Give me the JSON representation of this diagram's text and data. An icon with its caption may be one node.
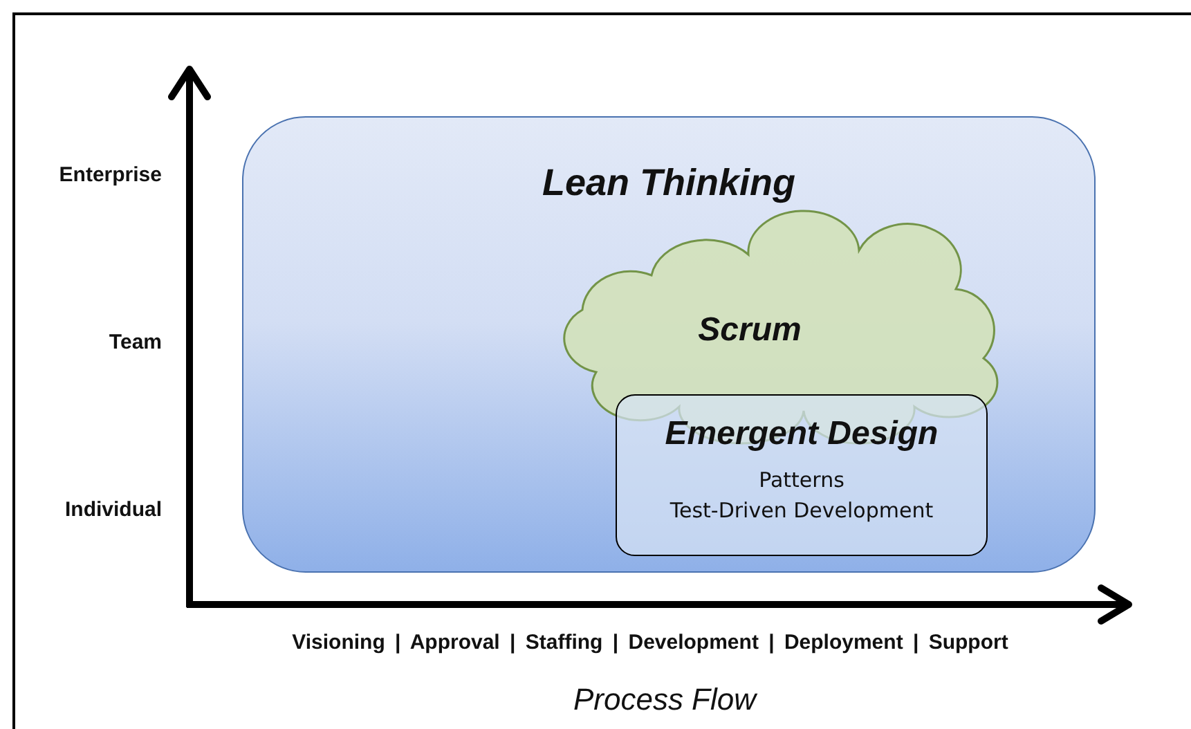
{
  "diagram": {
    "nodes": [
      {
        "text": [
          "Lean Thinking"
        ]
      },
      {
        "text": [
          "Scrum"
        ],
        "in": 0
      },
      {
        "text": [
          "Emergent Design",
          "Patterns",
          "Test-Driven Development"
        ],
        "in": 0
      }
    ],
    "labels": [
      "Enterprise",
      "Team",
      "Individual",
      "Visioning | Approval | Staffing | Development | Deployment | Support"
    ],
    "caption": "Process Flow"
  }
}
